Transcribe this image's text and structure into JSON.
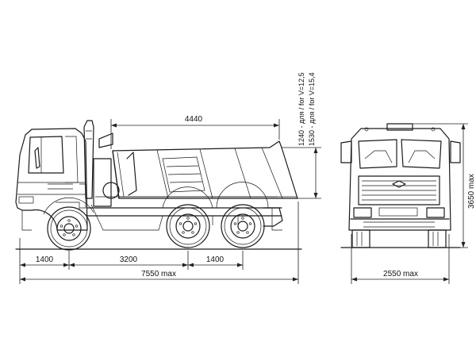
{
  "dimensions": {
    "body_length": "4440",
    "front_overhang": "1400",
    "wheelbase_first": "3200",
    "axle_spacing": "1400",
    "overall_length": "7550 max",
    "overall_width": "2550 max",
    "overall_height": "3650 max",
    "height_v12": "1240 - для / for V=12,5",
    "height_v15": "1530 - для / for V=15,4"
  }
}
